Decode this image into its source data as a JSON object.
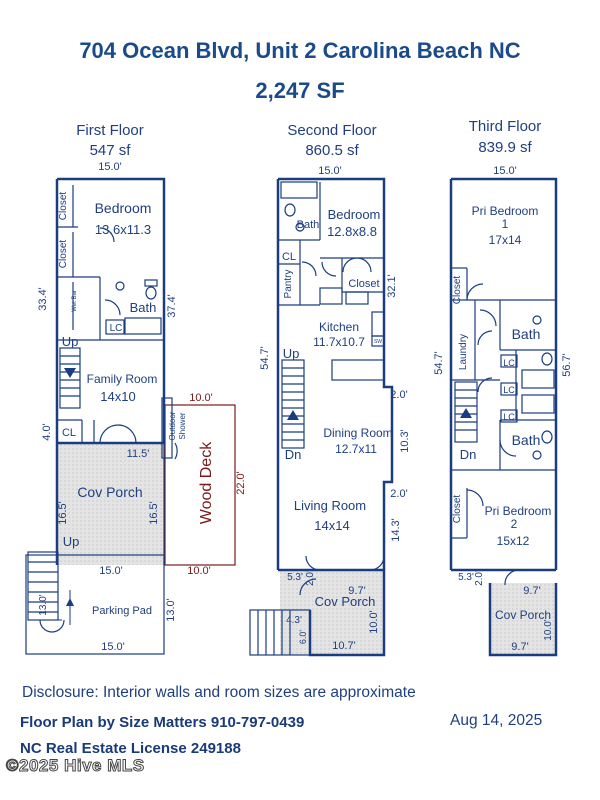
{
  "title": "704 Ocean Blvd, Unit 2 Carolina Beach NC",
  "area": "2,247 SF",
  "floors": [
    {
      "name": "First Floor",
      "sf": "547 sf"
    },
    {
      "name": "Second Floor",
      "sf": "860.5 sf"
    },
    {
      "name": "Third Floor",
      "sf": "839.9 sf"
    }
  ],
  "first": {
    "top_width": "15.0'",
    "closet1": "Closet",
    "bedroom": "Bedroom",
    "bedroom_dim": "13.6x11.3",
    "closet2": "Closet",
    "wet_bar": "Wet Bar",
    "bath": "Bath",
    "lc": "LC",
    "dim_left": "33.4'",
    "dim_right": "37.4'",
    "up": "Up",
    "family": "Family Room",
    "family_dim": "14x10",
    "dim_4": "4.0'",
    "cl": "CL",
    "outdoor": "Outdoor",
    "shower": "Shower",
    "dim_115": "11.5'",
    "porch": "Cov Porch",
    "dim_165a": "16.5'",
    "dim_165b": "16.5'",
    "up2": "Up",
    "deck": "Wood Deck",
    "deck_top": "10.0'",
    "deck_right": "22.0'",
    "deck_bottom": "10.0'",
    "dim_15b": "15.0'",
    "dim_130a": "13.0'",
    "parking": "Parking Pad",
    "dim_130b": "13.0'",
    "bottom_width": "15.0'"
  },
  "second": {
    "top_width": "15.0'",
    "bath": "Bath",
    "bedroom": "Bedroom",
    "bedroom_dim": "12.8x8.8",
    "cl": "CL",
    "pantry": "Pantry",
    "closet": "Closet",
    "dim_321": "32.1'",
    "kitchen": "Kitchen",
    "kitchen_dim": "11.7x10.7",
    "sw": "SW",
    "dim_547": "54.7'",
    "up": "Up",
    "dim_2a": "2.0'",
    "dining": "Dining Room",
    "dining_dim": "12.7x11",
    "dim_103": "10.3'",
    "dn": "Dn",
    "dim_2b": "2.0'",
    "living": "Living Room",
    "living_dim": "14x14",
    "dim_143": "14.3'",
    "dim_53": "5.3'",
    "dim_2c": "2.0'",
    "dim_97": "9.7'",
    "porch": "Cov Porch",
    "dim_43": "4.3'",
    "dim_60": "6.0'",
    "dim_100": "10.0'",
    "dim_107": "10.7'"
  },
  "third": {
    "top_width": "15.0'",
    "pri1": "Pri Bedroom",
    "pri1_num": "1",
    "pri1_dim": "17x14",
    "closet1": "Closet",
    "bath1": "Bath",
    "dim_547": "54.7'",
    "laundry": "Laundry",
    "lc1": "LC",
    "lc2": "LC",
    "lc3": "LC",
    "dim_567": "56.7'",
    "bath2": "Bath",
    "dn": "Dn",
    "closet2": "Closet",
    "pri2": "Pri Bedroom",
    "pri2_num": "2",
    "pri2_dim": "15x12",
    "dim_53": "5.3'",
    "dim_2": "2.0'",
    "dim_97a": "9.7'",
    "porch": "Cov Porch",
    "dim_100": "10.0'",
    "dim_97b": "9.7'"
  },
  "footer": {
    "disclosure": "Disclosure: Interior walls and room sizes are approximate",
    "floorplan_by": "Floor Plan by Size Matters 910-797-0439",
    "license": "NC Real Estate License 249188",
    "date": "Aug 14, 2025",
    "copyright": "©2025 Hive MLS"
  }
}
